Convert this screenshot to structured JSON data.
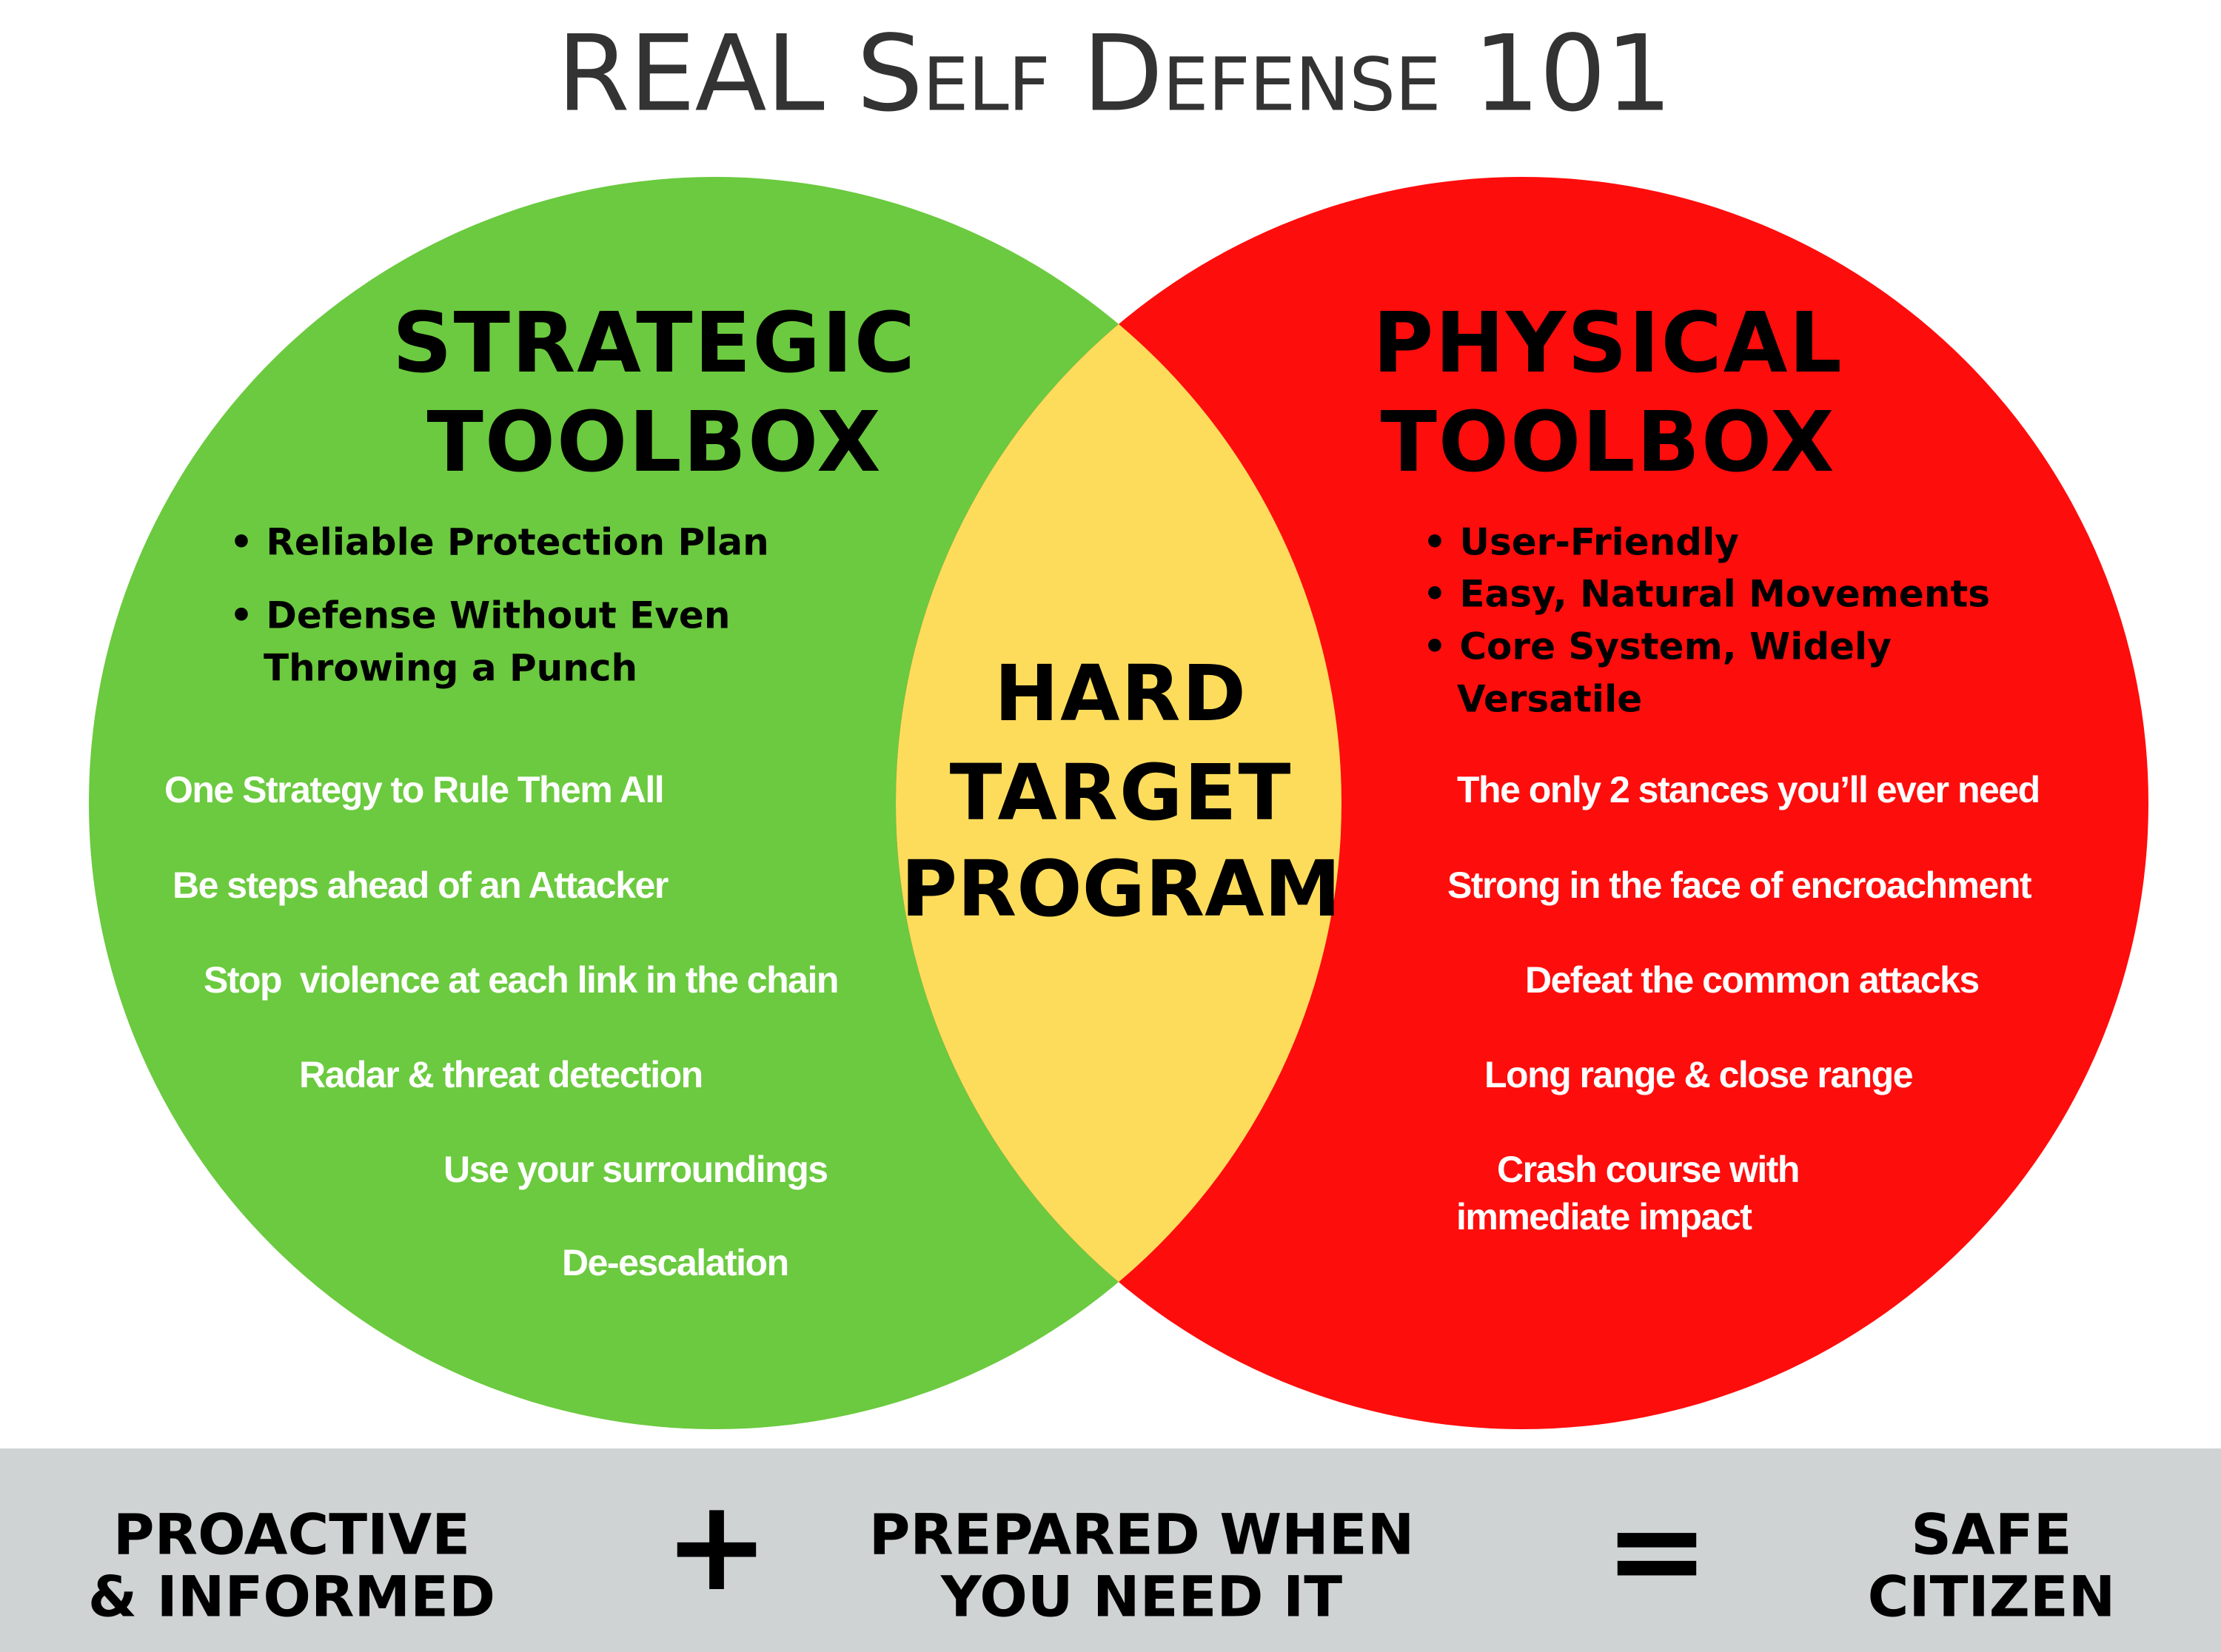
{
  "title": "REAL Self Defense 101",
  "colors": {
    "green": "#6bca3f",
    "red": "#fe0d0d",
    "overlap": "#fddc5c",
    "bar": "#cfd3d4"
  },
  "left": {
    "heading": [
      "STRATEGIC",
      "TOOLBOX"
    ],
    "bullets": [
      "• Reliable Protection Plan",
      "• Defense Without Even",
      "Throwing a Punch"
    ],
    "items": [
      "One Strategy to Rule Them All",
      "Be steps ahead of an Attacker",
      "Stop  violence at each link in the chain",
      "Radar & threat detection",
      "Use your surroundings",
      "De-escalation"
    ]
  },
  "center": {
    "heading": [
      "HARD",
      "TARGET",
      "PROGRAM"
    ]
  },
  "right": {
    "heading": [
      "PHYSICAL",
      "TOOLBOX"
    ],
    "bullets": [
      "• User-Friendly",
      "• Easy, Natural Movements",
      "• Core System, Widely",
      "Versatile"
    ],
    "items": [
      "The only 2 stances you’ll ever need",
      "Strong in the face of encroachment",
      "Defeat the common attacks",
      "Long range & close range",
      "Crash course with",
      "immediate impact"
    ]
  },
  "equation": {
    "term1": [
      "PROACTIVE",
      "& INFORMED"
    ],
    "plus": "+",
    "term2": [
      "PREPARED WHEN",
      "YOU NEED IT"
    ],
    "equals": "=",
    "result": [
      "SAFE",
      "CITIZEN"
    ]
  }
}
